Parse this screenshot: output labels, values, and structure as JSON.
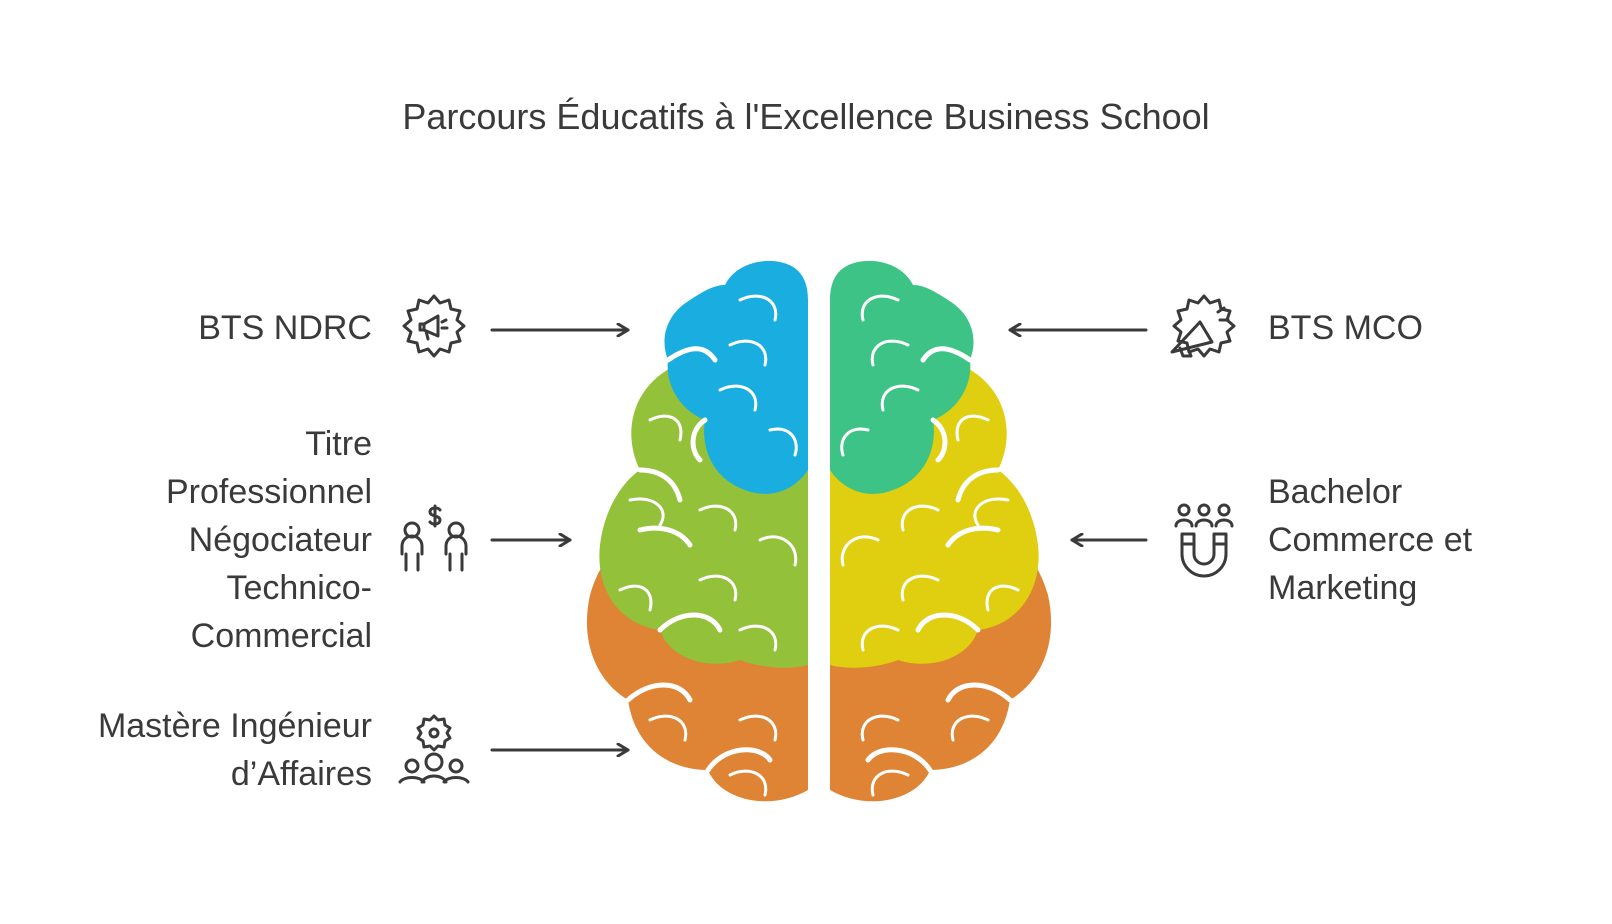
{
  "title": "Parcours Éducatifs à l'Excellence Business School",
  "left_items": [
    {
      "lines": [
        "BTS NDRC"
      ],
      "icon": "gear-megaphone-icon"
    },
    {
      "lines": [
        "Titre",
        "Professionnel",
        "Négociateur",
        "Technico-",
        "Commercial"
      ],
      "icon": "people-dollar-icon"
    },
    {
      "lines": [
        "Mastère Ingénieur",
        "d’Affaires"
      ],
      "icon": "gear-team-icon"
    }
  ],
  "right_items": [
    {
      "lines": [
        "BTS MCO"
      ],
      "icon": "badge-megaphone-icon"
    },
    {
      "lines": [
        "Bachelor",
        "Commerce et",
        "Marketing"
      ],
      "icon": "magnet-people-icon"
    }
  ],
  "colors": {
    "blue": "#1aaee0",
    "teal": "#3cc385",
    "green": "#93c13a",
    "yellow": "#e0cf10",
    "orange": "#df8434",
    "text": "#3a3a3a"
  }
}
